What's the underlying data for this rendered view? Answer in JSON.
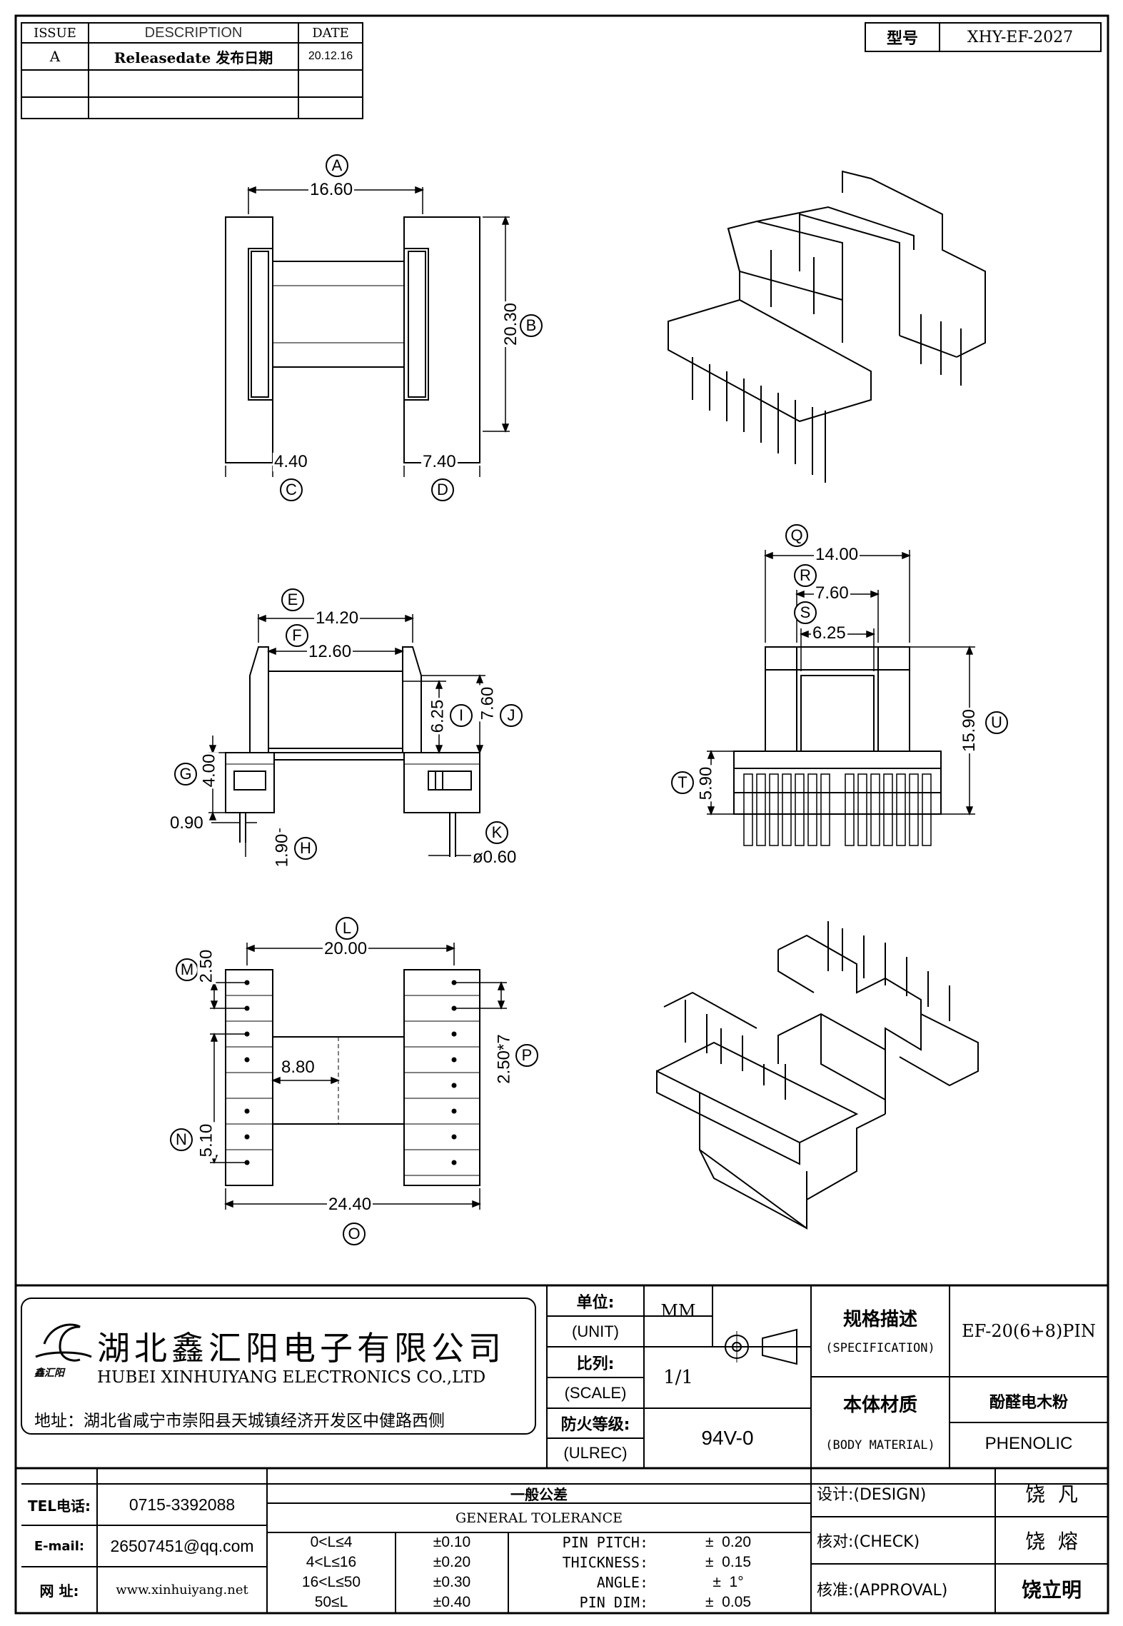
{
  "revision": {
    "headers": [
      "ISSUE",
      "DESCRIPTION",
      "DATE"
    ],
    "rows": [
      {
        "issue": "A",
        "description": "Releasedate 发布日期",
        "date": "20.12.16"
      }
    ]
  },
  "model": {
    "label": "型号",
    "value": "XHY-EF-2027"
  },
  "views": {
    "top": {
      "A": {
        "letter": "A",
        "value": "16.60"
      },
      "B": {
        "letter": "B",
        "value": "20.30"
      },
      "C": {
        "letter": "C",
        "value": "4.40"
      },
      "D": {
        "letter": "D",
        "value": "7.40"
      }
    },
    "side": {
      "E": {
        "letter": "E",
        "value": "14.20"
      },
      "F": {
        "letter": "F",
        "value": "12.60"
      },
      "G": {
        "letter": "G",
        "value": "4.00"
      },
      "H": {
        "letter": "H",
        "value": "1.90"
      },
      "I": {
        "letter": "I",
        "value": "6.25"
      },
      "J": {
        "letter": "J",
        "value": "7.60"
      },
      "K": {
        "letter": "K",
        "value": "ø0.60"
      },
      "pin_offset": "0.90"
    },
    "front": {
      "Q": {
        "letter": "Q",
        "value": "14.00"
      },
      "R": {
        "letter": "R",
        "value": "7.60"
      },
      "S": {
        "letter": "S",
        "value": "6.25"
      },
      "T": {
        "letter": "T",
        "value": "5.90"
      },
      "U": {
        "letter": "U",
        "value": "15.90"
      }
    },
    "bottom": {
      "L": {
        "letter": "L",
        "value": "20.00"
      },
      "M": {
        "letter": "M",
        "value": "2.50"
      },
      "N": {
        "letter": "N",
        "value": "5.10"
      },
      "O": {
        "letter": "O",
        "value": "24.40"
      },
      "P": {
        "letter": "P",
        "value": "2.50*7"
      },
      "center": "8.80"
    }
  },
  "title_block": {
    "company_cn": "湖北鑫汇阳电子有限公司",
    "company_en": "HUBEI XINHUIYANG ELECTRONICS CO.,LTD",
    "logo_text": "鑫汇阳",
    "address": "地址：湖北省咸宁市崇阳县天城镇经济开发区中健路西侧",
    "unit_cn": "单位:",
    "unit_en": "(UNIT)",
    "unit_value": "MM",
    "scale_cn": "比列:",
    "scale_en": "(SCALE)",
    "scale_value": "1/1",
    "fire_cn": "防火等级:",
    "fire_en": "(ULREC)",
    "fire_value": "94V-0",
    "spec_cn": "规格描述",
    "spec_en": "(SPECIFICATION)",
    "spec_value": "EF-20(6+8)PIN",
    "material_cn": "本体材质",
    "material_en": "(BODY MATERIAL)",
    "material_value_cn": "酚醛电木粉",
    "material_value_en": "PHENOLIC"
  },
  "contact": {
    "tel_label": "TEL电话:",
    "tel": "0715-3392088",
    "email_label": "E-mail:",
    "email": "26507451@qq.com",
    "web_label": "网  址:",
    "web": "www.xinhuiyang.net"
  },
  "tolerance": {
    "title_cn": "一般公差",
    "title_en": "GENERAL TOLERANCE",
    "ranges": [
      {
        "range": "0<L≤4",
        "tol": "±0.10"
      },
      {
        "range": "4<L≤16",
        "tol": "±0.20"
      },
      {
        "range": "16<L≤50",
        "tol": "±0.30"
      },
      {
        "range": "50≤L",
        "tol": "±0.40"
      }
    ],
    "other": [
      {
        "name": "PIN PITCH:",
        "value": "±  0.20"
      },
      {
        "name": "THICKNESS:",
        "value": "±  0.15"
      },
      {
        "name": "ANGLE:",
        "value": "±  1°"
      },
      {
        "name": "PIN DIM:",
        "value": "±  0.05"
      }
    ]
  },
  "approvals": [
    {
      "label": "设计:(DESIGN)",
      "name": "饶  凡"
    },
    {
      "label": "核对:(CHECK)",
      "name": "饶  熔"
    },
    {
      "label": "核准:(APPROVAL)",
      "name": "饶立明"
    }
  ]
}
